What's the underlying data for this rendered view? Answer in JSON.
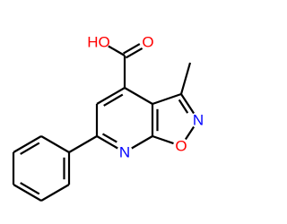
{
  "molecule": {
    "atoms": [
      {
        "id": "c_ring_top",
        "label": ""
      },
      {
        "id": "c_ring_upper_left",
        "label": ""
      },
      {
        "id": "c_ring_lower_left",
        "label": ""
      },
      {
        "id": "n_pyridine",
        "label": "N"
      },
      {
        "id": "c_fused_bottom",
        "label": ""
      },
      {
        "id": "c_fused_top",
        "label": ""
      },
      {
        "id": "o_isoxazole",
        "label": "O"
      },
      {
        "id": "n_isoxazole",
        "label": "N"
      },
      {
        "id": "c3_isoxazole",
        "label": ""
      },
      {
        "id": "c_methyl",
        "label": ""
      },
      {
        "id": "c_carboxyl",
        "label": ""
      },
      {
        "id": "o_carbonyl",
        "label": "O"
      },
      {
        "id": "o_hydroxyl",
        "label": "HO"
      },
      {
        "id": "ph_c1",
        "label": ""
      },
      {
        "id": "ph_c2",
        "label": ""
      },
      {
        "id": "ph_c3",
        "label": ""
      },
      {
        "id": "ph_c4",
        "label": ""
      },
      {
        "id": "ph_c5",
        "label": ""
      },
      {
        "id": "ph_c6",
        "label": ""
      }
    ],
    "bonds": [
      {
        "from": "c_ring_top",
        "to": "c_ring_upper_left",
        "order": 2
      },
      {
        "from": "c_ring_upper_left",
        "to": "c_ring_lower_left",
        "order": 1
      },
      {
        "from": "c_ring_lower_left",
        "to": "n_pyridine",
        "order": 2
      },
      {
        "from": "n_pyridine",
        "to": "c_fused_bottom",
        "order": 1
      },
      {
        "from": "c_fused_bottom",
        "to": "c_fused_top",
        "order": 2
      },
      {
        "from": "c_fused_top",
        "to": "c_ring_top",
        "order": 1
      },
      {
        "from": "c_fused_bottom",
        "to": "o_isoxazole",
        "order": 1
      },
      {
        "from": "o_isoxazole",
        "to": "n_isoxazole",
        "order": 1
      },
      {
        "from": "n_isoxazole",
        "to": "c3_isoxazole",
        "order": 2
      },
      {
        "from": "c3_isoxazole",
        "to": "c_fused_top",
        "order": 1
      },
      {
        "from": "c3_isoxazole",
        "to": "c_methyl",
        "order": 1
      },
      {
        "from": "c_ring_top",
        "to": "c_carboxyl",
        "order": 1
      },
      {
        "from": "c_carboxyl",
        "to": "o_carbonyl",
        "order": 2
      },
      {
        "from": "c_carboxyl",
        "to": "o_hydroxyl",
        "order": 1
      },
      {
        "from": "c_ring_lower_left",
        "to": "ph_c1",
        "order": 1
      },
      {
        "from": "ph_c1",
        "to": "ph_c2",
        "order": 1
      },
      {
        "from": "ph_c2",
        "to": "ph_c3",
        "order": 2
      },
      {
        "from": "ph_c3",
        "to": "ph_c4",
        "order": 1
      },
      {
        "from": "ph_c4",
        "to": "ph_c5",
        "order": 2
      },
      {
        "from": "ph_c5",
        "to": "ph_c6",
        "order": 1
      },
      {
        "from": "ph_c6",
        "to": "ph_c1",
        "order": 2
      }
    ]
  },
  "colors": {
    "bond": "#000000",
    "oxygen": "#ff0000",
    "nitrogen": "#0000ff",
    "background": "#ffffff"
  }
}
